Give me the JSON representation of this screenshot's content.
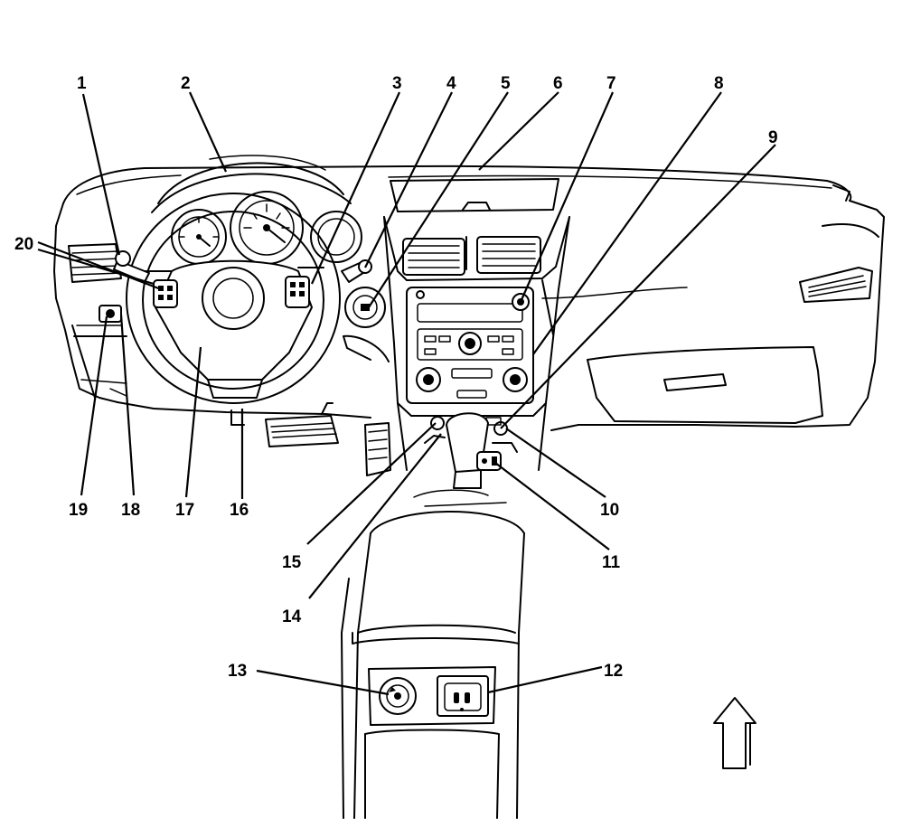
{
  "callouts": [
    {
      "id": "1",
      "label": "1"
    },
    {
      "id": "2",
      "label": "2"
    },
    {
      "id": "3",
      "label": "3"
    },
    {
      "id": "4",
      "label": "4"
    },
    {
      "id": "5",
      "label": "5"
    },
    {
      "id": "6",
      "label": "6"
    },
    {
      "id": "7",
      "label": "7"
    },
    {
      "id": "8",
      "label": "8"
    },
    {
      "id": "9",
      "label": "9"
    },
    {
      "id": "10",
      "label": "10"
    },
    {
      "id": "11",
      "label": "11"
    },
    {
      "id": "12",
      "label": "12"
    },
    {
      "id": "13",
      "label": "13"
    },
    {
      "id": "14",
      "label": "14"
    },
    {
      "id": "15",
      "label": "15"
    },
    {
      "id": "16",
      "label": "16"
    },
    {
      "id": "17",
      "label": "17"
    },
    {
      "id": "18",
      "label": "18"
    },
    {
      "id": "19",
      "label": "19"
    },
    {
      "id": "20",
      "label": "20"
    }
  ],
  "icons": {
    "front_arrow": "arrow-up-icon"
  },
  "colors": {
    "ink": "#000000",
    "paper": "#ffffff"
  }
}
